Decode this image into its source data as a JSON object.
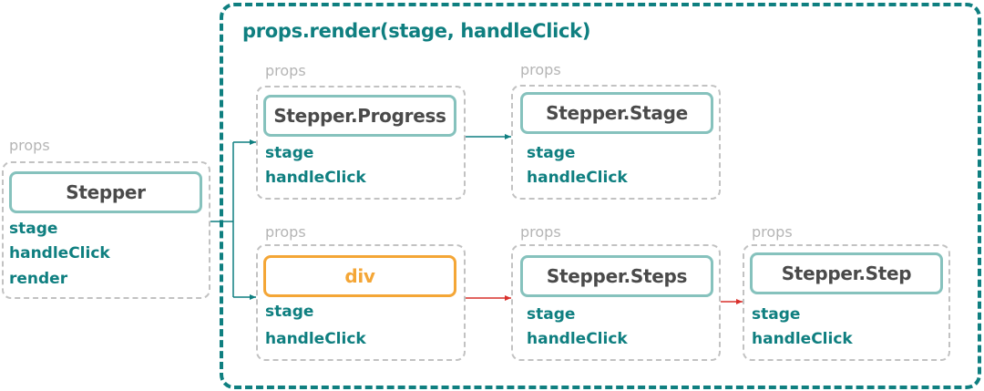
{
  "outer": {
    "title": "props.render(stage, handleClick)"
  },
  "nodes": {
    "stepper": {
      "props_label": "props",
      "name": "Stepper",
      "props": [
        "stage",
        "handleClick",
        "render"
      ]
    },
    "progress": {
      "props_label": "props",
      "name": "Stepper.Progress",
      "props": [
        "stage",
        "handleClick"
      ]
    },
    "stage": {
      "props_label": "props",
      "name": "Stepper.Stage",
      "props": [
        "stage",
        "handleClick"
      ]
    },
    "div": {
      "props_label": "props",
      "name": "div",
      "props": [
        "stage",
        "handleClick"
      ]
    },
    "steps": {
      "props_label": "props",
      "name": "Stepper.Steps",
      "props": [
        "stage",
        "handleClick"
      ]
    },
    "step": {
      "props_label": "props",
      "name": "Stepper.Step",
      "props": [
        "stage",
        "handleClick"
      ]
    }
  },
  "colors": {
    "teal": "#0f7f80",
    "teal_border": "#86c2bd",
    "orange": "#f4a636",
    "red_arrow": "#d9302c",
    "gray_label": "#b5b5b5",
    "gray_dash": "#c2c2c2",
    "dark_text": "#4a4a4a"
  }
}
